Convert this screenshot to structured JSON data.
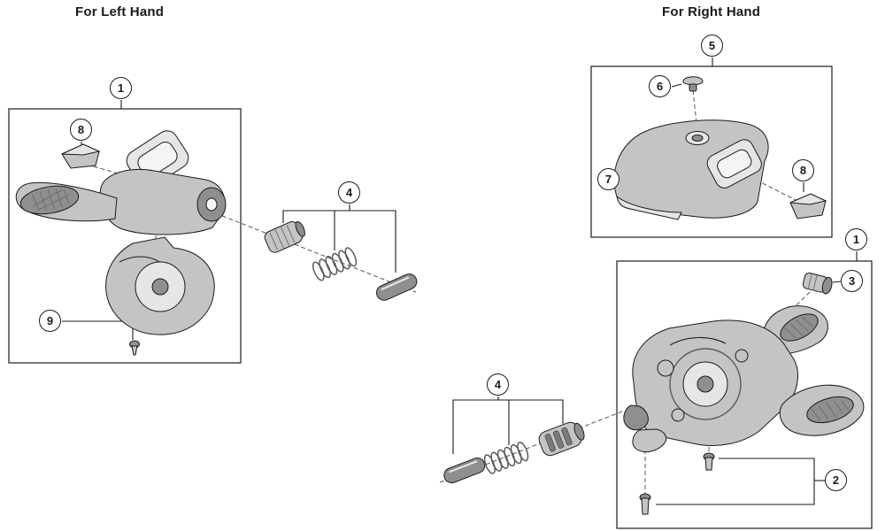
{
  "headers": {
    "left": "For Left Hand",
    "right": "For Right Hand"
  },
  "callouts": [
    {
      "id": "left-1",
      "label": "1"
    },
    {
      "id": "left-8",
      "label": "8"
    },
    {
      "id": "left-4",
      "label": "4"
    },
    {
      "id": "left-9",
      "label": "9"
    },
    {
      "id": "right-5",
      "label": "5"
    },
    {
      "id": "right-6",
      "label": "6"
    },
    {
      "id": "right-7",
      "label": "7"
    },
    {
      "id": "right-8",
      "label": "8"
    },
    {
      "id": "right-1",
      "label": "1"
    },
    {
      "id": "right-3",
      "label": "3"
    },
    {
      "id": "right-4",
      "label": "4"
    },
    {
      "id": "right-2",
      "label": "2"
    }
  ],
  "theme": {
    "ink": "#1a1a1a",
    "paper": "#ffffff",
    "metal-light": "#e6e6e6",
    "metal-mid": "#c4c4c4",
    "metal-dark": "#8f8f8f"
  }
}
